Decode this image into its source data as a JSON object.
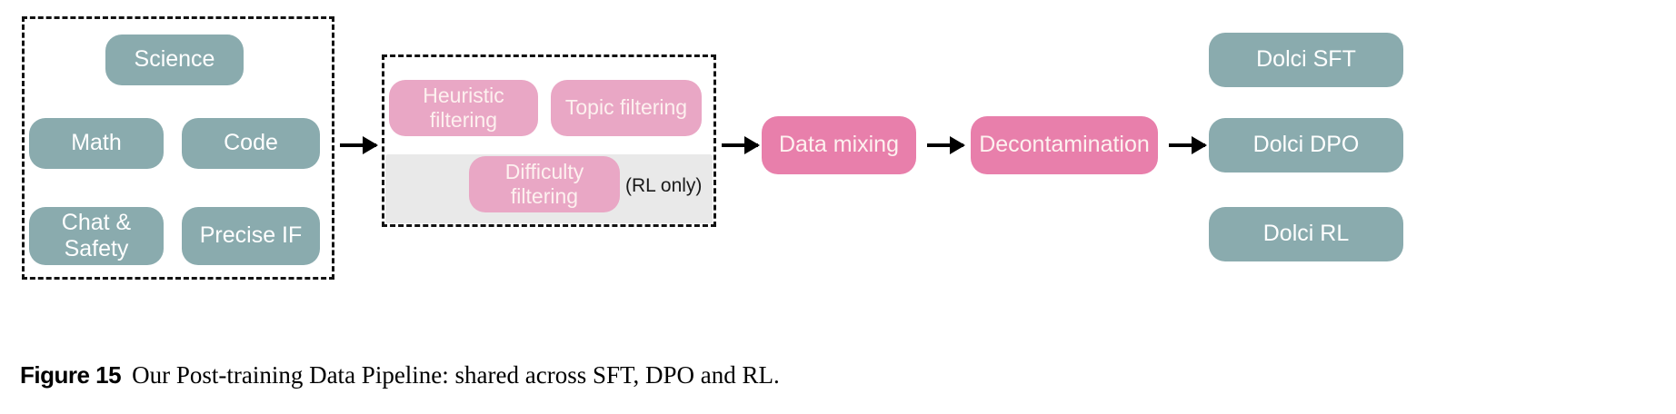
{
  "figure": {
    "caption_label": "Figure 15",
    "caption_text": "Our Post-training Data Pipeline: shared across SFT, DPO and RL.",
    "colors": {
      "teal": "#8aabae",
      "pink_light": "#e9a7c5",
      "pink_dark": "#e87fab",
      "grey_band": "#e9e9e9",
      "dashed_border": "#121212",
      "arrow": "#000000",
      "background": "#ffffff"
    }
  },
  "stages": {
    "sources": {
      "group_name": "data-sources-group",
      "boxes": [
        {
          "label": "Science",
          "style": "teal"
        },
        {
          "label": "Math",
          "style": "teal"
        },
        {
          "label": "Code",
          "style": "teal"
        },
        {
          "label": "Chat &\nSafety",
          "style": "teal"
        },
        {
          "label": "Precise IF",
          "style": "teal"
        }
      ]
    },
    "filtering": {
      "group_name": "filtering-group",
      "boxes": [
        {
          "label": "Heuristic\nfiltering",
          "style": "pink-light"
        },
        {
          "label": "Topic filtering",
          "style": "pink-light"
        },
        {
          "label": "Difficulty\nfiltering",
          "style": "pink-light"
        }
      ],
      "note": "(RL only)"
    },
    "processing": {
      "boxes": [
        {
          "label": "Data mixing",
          "style": "pink-dark"
        },
        {
          "label": "Decontamination",
          "style": "pink-dark"
        }
      ]
    },
    "outputs": {
      "boxes": [
        {
          "label": "Dolci SFT",
          "style": "teal"
        },
        {
          "label": "Dolci DPO",
          "style": "teal"
        },
        {
          "label": "Dolci RL",
          "style": "teal"
        }
      ]
    }
  },
  "arrows": [
    {
      "name": "arrow-sources-to-filtering"
    },
    {
      "name": "arrow-filtering-to-mixing"
    },
    {
      "name": "arrow-mixing-to-decontamination"
    },
    {
      "name": "arrow-decontamination-to-outputs"
    }
  ]
}
